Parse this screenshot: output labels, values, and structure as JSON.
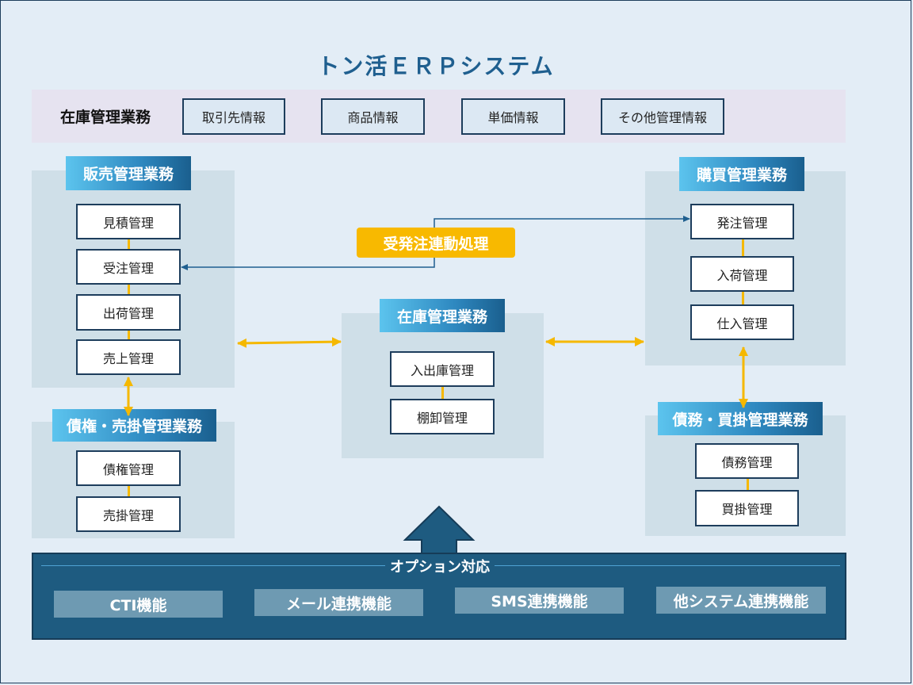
{
  "title": "トン活ＥＲＰシステム",
  "master": {
    "label": "在庫管理業務",
    "items": [
      "取引先情報",
      "商品情報",
      "単価情報",
      "その他管理情報"
    ]
  },
  "sales": {
    "header": "販売管理業務",
    "items": [
      "見積管理",
      "受注管理",
      "出荷管理",
      "売上管理"
    ]
  },
  "receivables": {
    "header": "債権・売掛管理業務",
    "items": [
      "債権管理",
      "売掛管理"
    ]
  },
  "inventory": {
    "header": "在庫管理業務",
    "items": [
      "入出庫管理",
      "棚卸管理"
    ]
  },
  "purchase": {
    "header": "購買管理業務",
    "items": [
      "発注管理",
      "入荷管理",
      "仕入管理"
    ]
  },
  "payables": {
    "header": "債務・買掛管理業務",
    "items": [
      "債務管理",
      "買掛管理"
    ]
  },
  "sync_label": "受発注連動処理",
  "options": {
    "title": "オプション対応",
    "items": [
      "CTI機能",
      "メール連携機能",
      "SMS連携機能",
      "他システム連携機能"
    ]
  },
  "colors": {
    "background": "#e3edf6",
    "title": "#1f5f8f",
    "connector": "#f5b800",
    "arrow_blue": "#1f5f8f",
    "option_panel": "#1e5b80"
  }
}
